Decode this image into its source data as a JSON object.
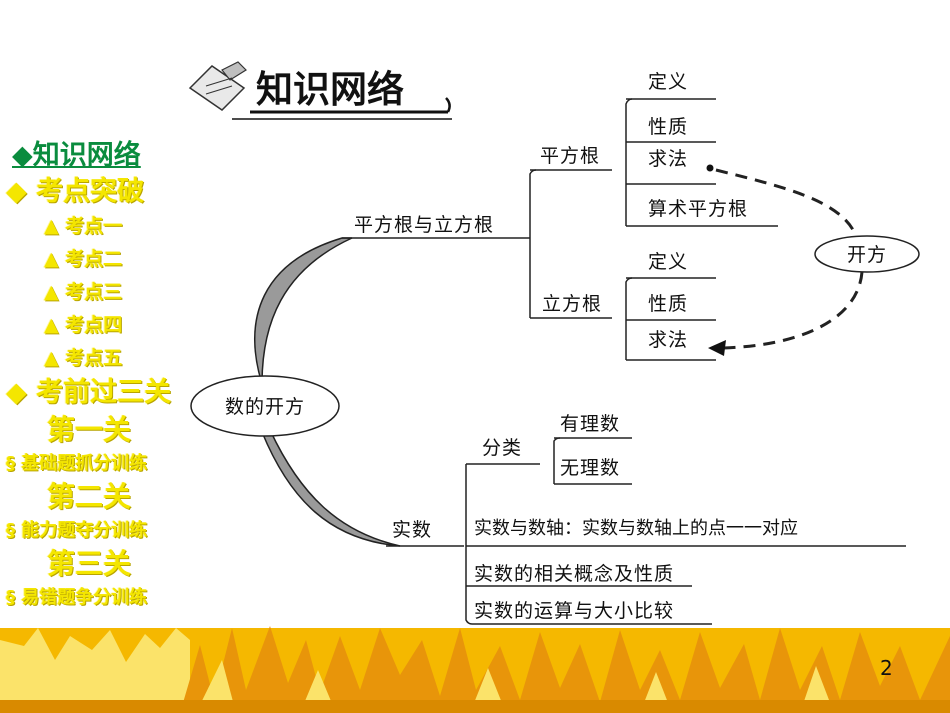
{
  "sidebar": {
    "items": [
      {
        "label": "◆知识网络",
        "kind": "main",
        "active": true
      },
      {
        "label": "◆ 考点突破",
        "kind": "main"
      },
      {
        "label": "▲ 考点一",
        "kind": "sub"
      },
      {
        "label": "▲ 考点二",
        "kind": "sub"
      },
      {
        "label": "▲ 考点三",
        "kind": "sub"
      },
      {
        "label": "▲ 考点四",
        "kind": "sub"
      },
      {
        "label": "▲ 考点五",
        "kind": "sub"
      },
      {
        "label": "◆ 考前过三关",
        "kind": "main"
      },
      {
        "label": "第一关",
        "kind": "level"
      },
      {
        "label": "§ 基础题抓分训练",
        "kind": "train"
      },
      {
        "label": "第二关",
        "kind": "level"
      },
      {
        "label": "§ 能力题夺分训练",
        "kind": "train"
      },
      {
        "label": "第三关",
        "kind": "level"
      },
      {
        "label": "§ 易错题争分训练",
        "kind": "train"
      }
    ]
  },
  "heading": "知识网络",
  "mindmap": {
    "root": "数的开方",
    "branch1": {
      "label": "平方根与立方根",
      "square_root": {
        "label": "平方根",
        "children": [
          "定义",
          "性质",
          "求法",
          "算术平方根"
        ]
      },
      "cube_root": {
        "label": "立方根",
        "children": [
          "定义",
          "性质",
          "求法"
        ]
      },
      "link": "开方"
    },
    "branch2": {
      "label": "实数",
      "classification": {
        "label": "分类",
        "children": [
          "有理数",
          "无理数"
        ]
      },
      "items": [
        "实数与数轴：实数与数轴上的点一一对应",
        "实数的相关概念及性质",
        "实数的运算与大小比较"
      ]
    }
  },
  "page_number": "2",
  "colors": {
    "sidebar_text": "#f4e600",
    "active": "#0a8c3e",
    "band": "#f3b300"
  }
}
